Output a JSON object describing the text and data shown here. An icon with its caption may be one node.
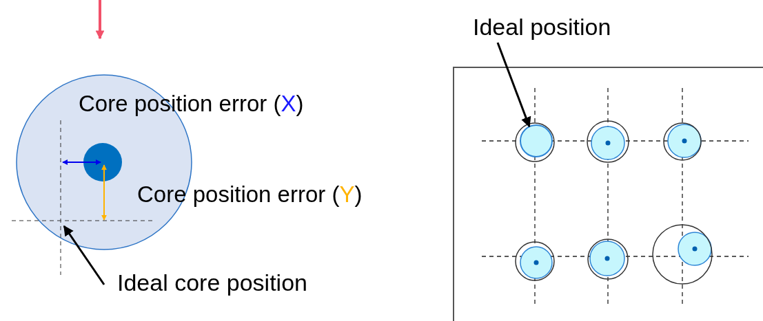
{
  "diagram": {
    "nodes": [
      {
        "text": [
          "Ideal core position"
        ]
      },
      {
        "text": [
          "Ideal position"
        ]
      },
      {
        "text": [],
        "shape": "circle"
      },
      {
        "text": [],
        "shape": "crosshair"
      }
    ],
    "edges": [
      {
        "from": 0,
        "to": 3,
        "arrow": "to"
      },
      {
        "from": 1,
        "to": 2,
        "arrow": "to"
      }
    ],
    "labels": [
      "Core position error (X)",
      "Core position error (Y)"
    ]
  }
}
